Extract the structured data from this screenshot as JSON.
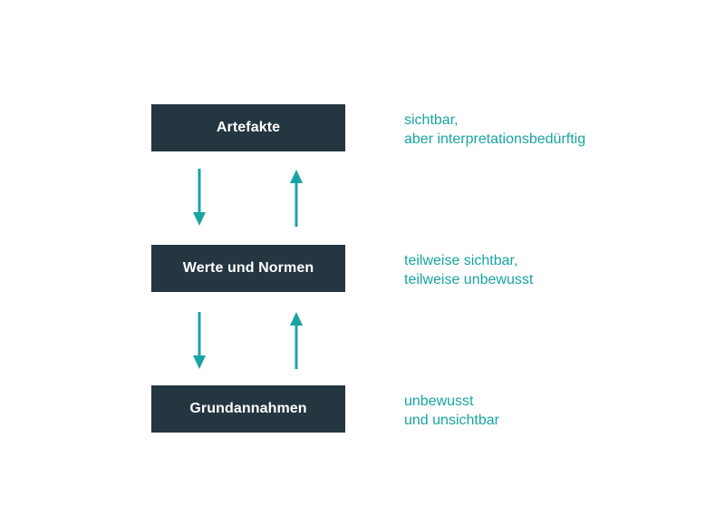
{
  "colors": {
    "box_background": "#243640",
    "box_text": "#ffffff",
    "accent": "#1aa3a3"
  },
  "levels": [
    {
      "label": "Artefakte",
      "description": [
        "sichtbar,",
        "aber interpretationsbedürftig"
      ]
    },
    {
      "label": "Werte und Normen",
      "description": [
        "teilweise sichtbar,",
        "teilweise unbewusst"
      ]
    },
    {
      "label": "Grundannahmen",
      "description": [
        "unbewusst",
        "und unsichtbar"
      ]
    }
  ],
  "connectors": [
    {
      "from": "Artefakte",
      "to": "Werte und Normen",
      "direction": "down"
    },
    {
      "from": "Werte und Normen",
      "to": "Artefakte",
      "direction": "up"
    },
    {
      "from": "Werte und Normen",
      "to": "Grundannahmen",
      "direction": "down"
    },
    {
      "from": "Grundannahmen",
      "to": "Werte und Normen",
      "direction": "up"
    }
  ]
}
